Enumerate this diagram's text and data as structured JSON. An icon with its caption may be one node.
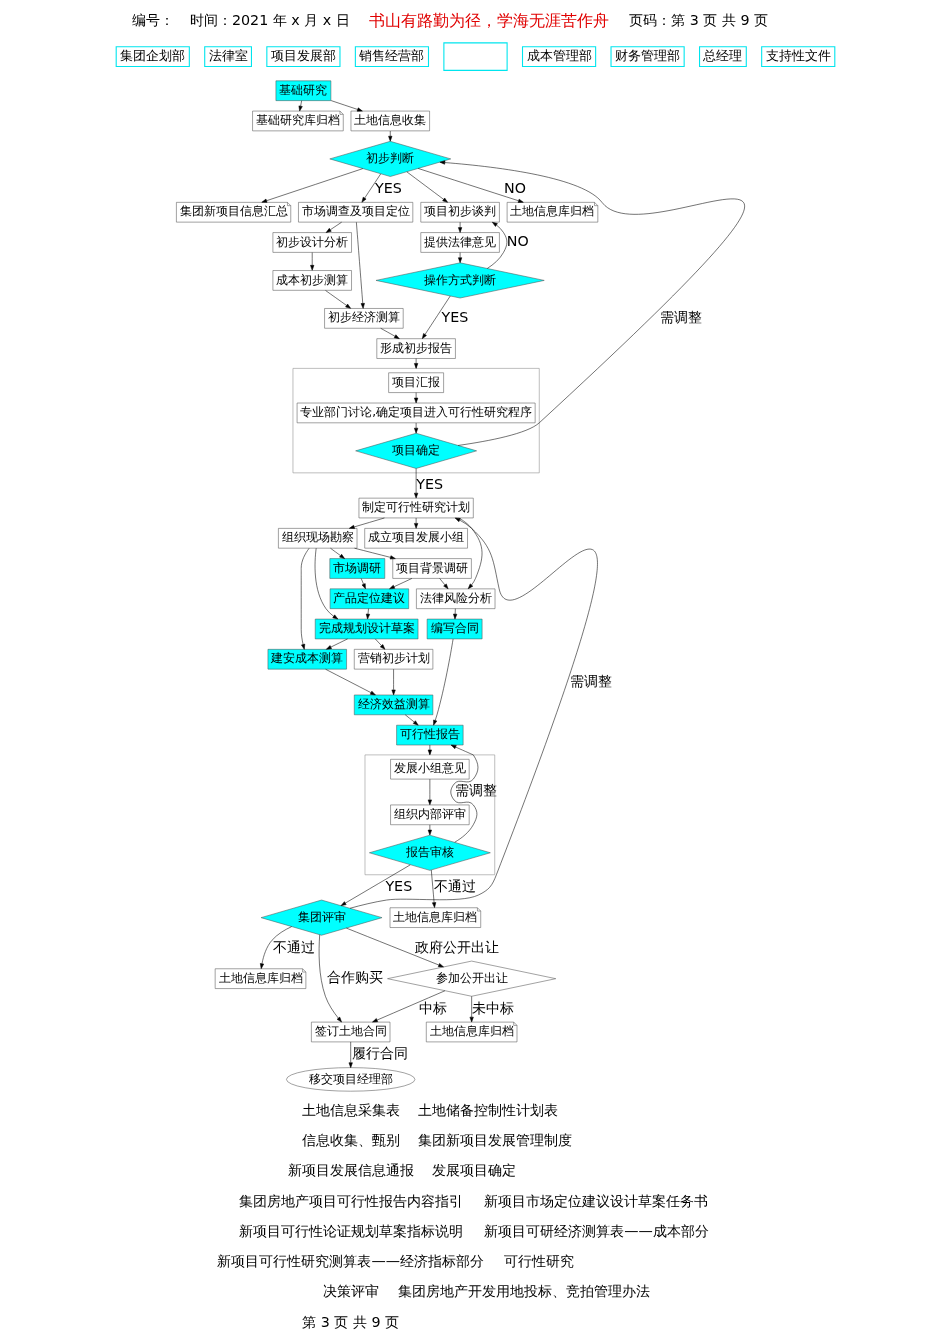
{
  "diagram": {
    "nodes": [
      {
        "text": [
          "集团企划部"
        ]
      },
      {
        "text": [
          "法律室"
        ]
      },
      {
        "text": [
          "项目发展部"
        ]
      },
      {
        "text": [
          "销售经营部"
        ]
      },
      {
        "text": [],
        "shape": "box"
      },
      {
        "text": [
          "成本管理部"
        ]
      },
      {
        "text": [
          "财务管理部"
        ]
      },
      {
        "text": [
          "总经理"
        ]
      },
      {
        "text": [
          "支持性文件"
        ]
      },
      {
        "text": [
          "基础研究库归档"
        ]
      },
      {
        "text": [
          "基础研究"
        ]
      },
      {
        "text": [
          "土地信息库归档"
        ]
      },
      {
        "text": [
          "土地信息收集"
        ]
      },
      {
        "text": [
          "初步判断"
        ]
      },
      {
        "text": [
          "集团新项目信息汇总"
        ]
      },
      {
        "text": [
          "项目初步谈判"
        ]
      },
      {
        "text": [
          "市场调查及项目定位"
        ]
      },
      {
        "text": [
          "初步设计分析"
        ]
      },
      {
        "text": [
          "成本初步测算"
        ]
      },
      {
        "text": [
          "提供法律意见"
        ]
      },
      {
        "text": [
          "初步经济测算"
        ]
      },
      {
        "text": [
          "操作方式判断"
        ]
      },
      {
        "text": [
          "形成初步报告"
        ]
      },
      {
        "text": [],
        "shape": "box"
      },
      {
        "text": [
          "项目汇报"
        ],
        "in": 23
      },
      {
        "text": [
          "专业部门讨论,确定项目进入可行性研究程序"
        ],
        "in": 23
      },
      {
        "text": [
          "项目确定"
        ],
        "in": 23
      },
      {
        "text": [
          "制定可行性研究计划"
        ]
      },
      {
        "text": [
          "组织现场勘察"
        ]
      },
      {
        "text": [
          "成立项目发展小组"
        ]
      },
      {
        "text": [
          "法律风险分析"
        ]
      },
      {
        "text": [
          "项目背景调研"
        ]
      },
      {
        "text": [
          "市场调研"
        ]
      },
      {
        "text": [
          "产品定位建议"
        ]
      },
      {
        "text": [
          "完成规划设计草案"
        ]
      },
      {
        "text": [
          "建安成本测算"
        ]
      },
      {
        "text": [
          "编写合同"
        ]
      },
      {
        "text": [
          "经济效益测算"
        ]
      },
      {
        "text": [
          "营销初步计划"
        ]
      },
      {
        "text": [
          "土地信息库归档"
        ]
      },
      {
        "text": [
          "可行性报告"
        ]
      },
      {
        "text": [],
        "shape": "box"
      },
      {
        "text": [
          "发展小组意见"
        ],
        "in": 41
      },
      {
        "text": [
          "组织内部评审"
        ],
        "in": 41
      },
      {
        "text": [
          "报告审核"
        ],
        "in": 41
      },
      {
        "text": [
          "土地信息库归档"
        ]
      },
      {
        "text": [
          "集团评审"
        ]
      },
      {
        "text": [
          "参加公开出让"
        ]
      },
      {
        "text": [
          "签订土地合同"
        ]
      },
      {
        "text": [
          "土地信息库归档"
        ]
      },
      {
        "text": [
          "移交项目经理部"
        ]
      }
    ],
    "edges": [
      {
        "from": 10,
        "to": 9,
        "arrow": "to"
      },
      {
        "from": 10,
        "to": 12,
        "arrow": "to"
      },
      {
        "from": 12,
        "to": 13,
        "arrow": "to"
      },
      {
        "from": 13,
        "to": 11,
        "arrow": "to",
        "label": "NO"
      },
      {
        "from": 13,
        "to": 14,
        "arrow": "to"
      },
      {
        "from": 13,
        "to": 15,
        "arrow": "to"
      },
      {
        "from": 13,
        "to": 16,
        "arrow": "to",
        "label": "YES"
      },
      {
        "from": 16,
        "to": 17,
        "arrow": "to"
      },
      {
        "from": 17,
        "to": 18,
        "arrow": "to"
      },
      {
        "from": 18,
        "to": 20,
        "arrow": "to"
      },
      {
        "from": 16,
        "to": 20,
        "arrow": "to"
      },
      {
        "from": 20,
        "to": 22,
        "arrow": "to"
      },
      {
        "from": 15,
        "to": 19,
        "arrow": "to"
      },
      {
        "from": 19,
        "to": 21,
        "arrow": "to"
      },
      {
        "from": 21,
        "to": 15,
        "arrow": "to",
        "label": "NO"
      },
      {
        "from": 21,
        "to": 22,
        "arrow": "to",
        "label": "YES"
      },
      {
        "from": 22,
        "to": 23,
        "arrow": "to"
      },
      {
        "from": 24,
        "to": 25,
        "arrow": "to"
      },
      {
        "from": 25,
        "to": 26,
        "arrow": "to"
      },
      {
        "from": 26,
        "to": 13,
        "arrow": "to",
        "label": "需调整"
      },
      {
        "from": 26,
        "to": 27,
        "arrow": "to",
        "label": "YES"
      },
      {
        "from": 27,
        "to": 29,
        "arrow": "to"
      },
      {
        "from": 27,
        "to": 30,
        "arrow": "to"
      },
      {
        "from": 27,
        "to": 28,
        "arrow": "to"
      },
      {
        "from": 28,
        "to": 31,
        "arrow": "to"
      },
      {
        "from": 28,
        "to": 32,
        "arrow": "to"
      },
      {
        "from": 28,
        "to": 34,
        "arrow": "to"
      },
      {
        "from": 28,
        "to": 35,
        "arrow": "to"
      },
      {
        "from": 31,
        "to": 30,
        "arrow": "to"
      },
      {
        "from": 31,
        "to": 33,
        "arrow": "to"
      },
      {
        "from": 32,
        "to": 33,
        "arrow": "to"
      },
      {
        "from": 33,
        "to": 34,
        "arrow": "to"
      },
      {
        "from": 34,
        "to": 35,
        "arrow": "to"
      },
      {
        "from": 35,
        "to": 37,
        "arrow": "to"
      },
      {
        "from": 34,
        "to": 38,
        "arrow": "to"
      },
      {
        "from": 38,
        "to": 37,
        "arrow": "to"
      },
      {
        "from": 30,
        "to": 36,
        "arrow": "to"
      },
      {
        "from": 36,
        "to": 40,
        "arrow": "to"
      },
      {
        "from": 37,
        "to": 40,
        "arrow": "to"
      },
      {
        "from": 40,
        "to": 41,
        "arrow": "to"
      },
      {
        "from": 42,
        "to": 43,
        "arrow": "to"
      },
      {
        "from": 43,
        "to": 44,
        "arrow": "to"
      },
      {
        "from": 44,
        "to": 39,
        "arrow": "to",
        "label": "不通过"
      },
      {
        "from": 44,
        "to": 40,
        "arrow": "to",
        "label": "需调整"
      },
      {
        "from": 44,
        "to": 46,
        "arrow": "to",
        "label": "YES"
      },
      {
        "from": 46,
        "to": 45,
        "arrow": "to",
        "label": "不通过"
      },
      {
        "from": 46,
        "to": 27,
        "arrow": "to",
        "label": "需调整"
      },
      {
        "from": 46,
        "to": 47,
        "arrow": "to",
        "label": "政府公开出让"
      },
      {
        "from": 46,
        "to": 48,
        "arrow": "to",
        "label": "合作购买"
      },
      {
        "from": 47,
        "to": 48,
        "arrow": "to",
        "label": "中标"
      },
      {
        "from": 47,
        "to": 49,
        "arrow": "to",
        "label": "未中标"
      },
      {
        "from": 48,
        "to": 50,
        "arrow": "to",
        "label": "履行合同"
      }
    ],
    "labels": [
      "编号：",
      "时间：2021 年 x 月 x 日",
      "书山有路勤为径，学海无涯苦作舟",
      "页码：第 3 页 共 9 页",
      "土地信息采集表",
      "土地储备控制性计划表",
      "信息收集、甄别",
      "集团新项目发展管理制度",
      "新项目发展信息通报",
      "发展项目确定",
      "集团房地产项目可行性报告内容指引",
      "新项目市场定位建议设计草案任务书",
      "新项目可行性论证规划草案指标说明",
      "新项目可研经济测算表——成本部分",
      "新项目可行性研究测算表——经济指标部分",
      "可行性研究",
      "决策评审",
      "集团房地产开发用地投标、竞拍管理办法",
      "第 3 页 共 9 页"
    ]
  }
}
